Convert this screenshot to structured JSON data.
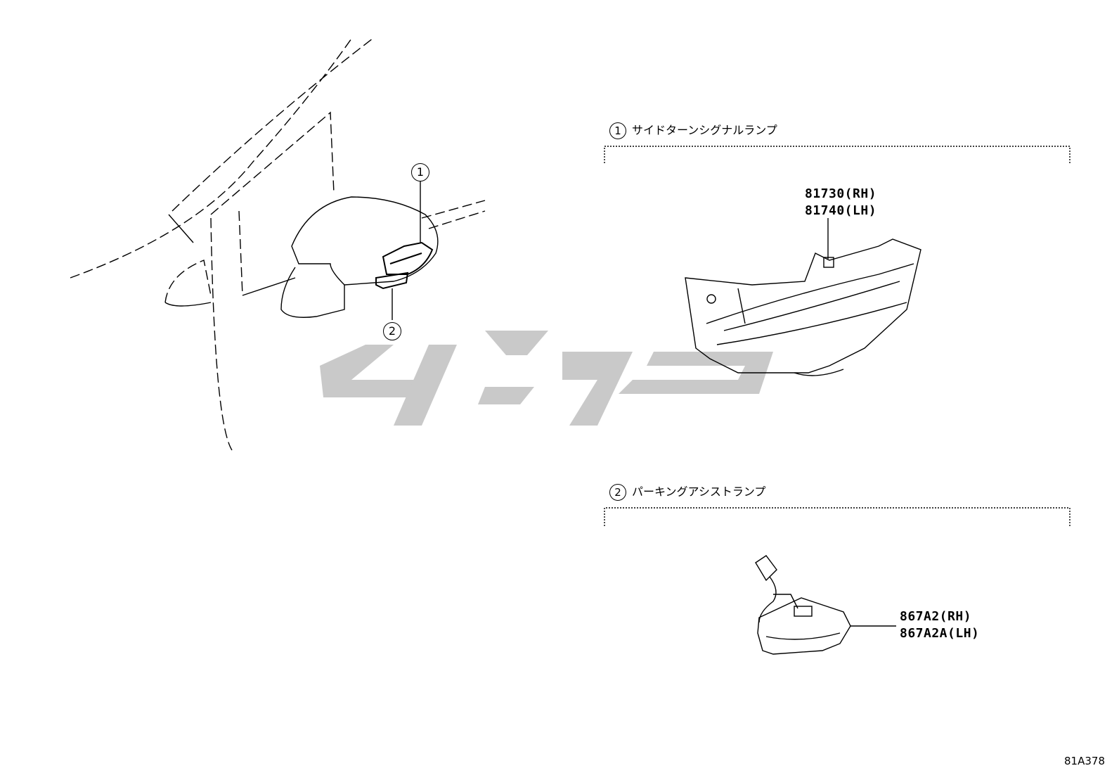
{
  "diagram": {
    "code": "81A378",
    "sections": [
      {
        "number": "1",
        "title": "サイドターンシグナルランプ",
        "parts": [
          "81730(RH)",
          "81740(LH)"
        ]
      },
      {
        "number": "2",
        "title": "パーキングアシストランプ",
        "parts": [
          "867A2(RH)",
          "867A2A(LH)"
        ]
      }
    ],
    "callouts": [
      "1",
      "2"
    ]
  }
}
